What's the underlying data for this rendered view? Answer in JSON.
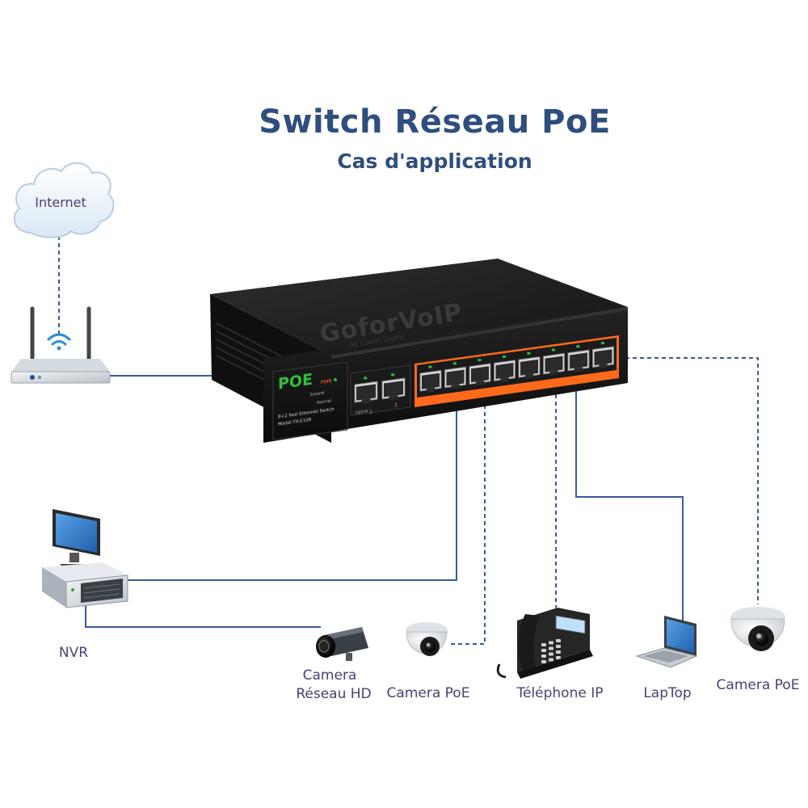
{
  "header": {
    "title": "Switch Réseau PoE",
    "subtitle": "Cas d'application"
  },
  "cloud": {
    "label": "Internet"
  },
  "switch": {
    "brand": "GoforVoIP",
    "brand_tagline": "Ny Corbin Digital",
    "poe_badge": "POE",
    "pwr": "PWR",
    "description": "8+2 Fast Ethernet Switch",
    "model": "Model:TX-E108",
    "mode_extend": "Extend",
    "mode_normal": "Normal",
    "uplink_label": "Uplink",
    "uplink_ports": [
      "1",
      "2"
    ],
    "poe_port_count": 8,
    "uplink_port_count": 2
  },
  "devices": {
    "nvr": "NVR",
    "camera_hd_line1": "Camera",
    "camera_hd_line2": "Réseau HD",
    "camera_poe_1": "Camera PoE",
    "ip_phone": "Téléphone IP",
    "laptop": "LapTop",
    "camera_poe_2": "Camera PoE"
  },
  "colors": {
    "title": "#2f4e7d",
    "label": "#4b3f72",
    "link_line": "#3a5a9a",
    "switch_body": "#1b1b1b",
    "poe_green": "#2fbf3a",
    "port_orange": "#ff6a1a",
    "cloud": "#e8f0f9"
  }
}
